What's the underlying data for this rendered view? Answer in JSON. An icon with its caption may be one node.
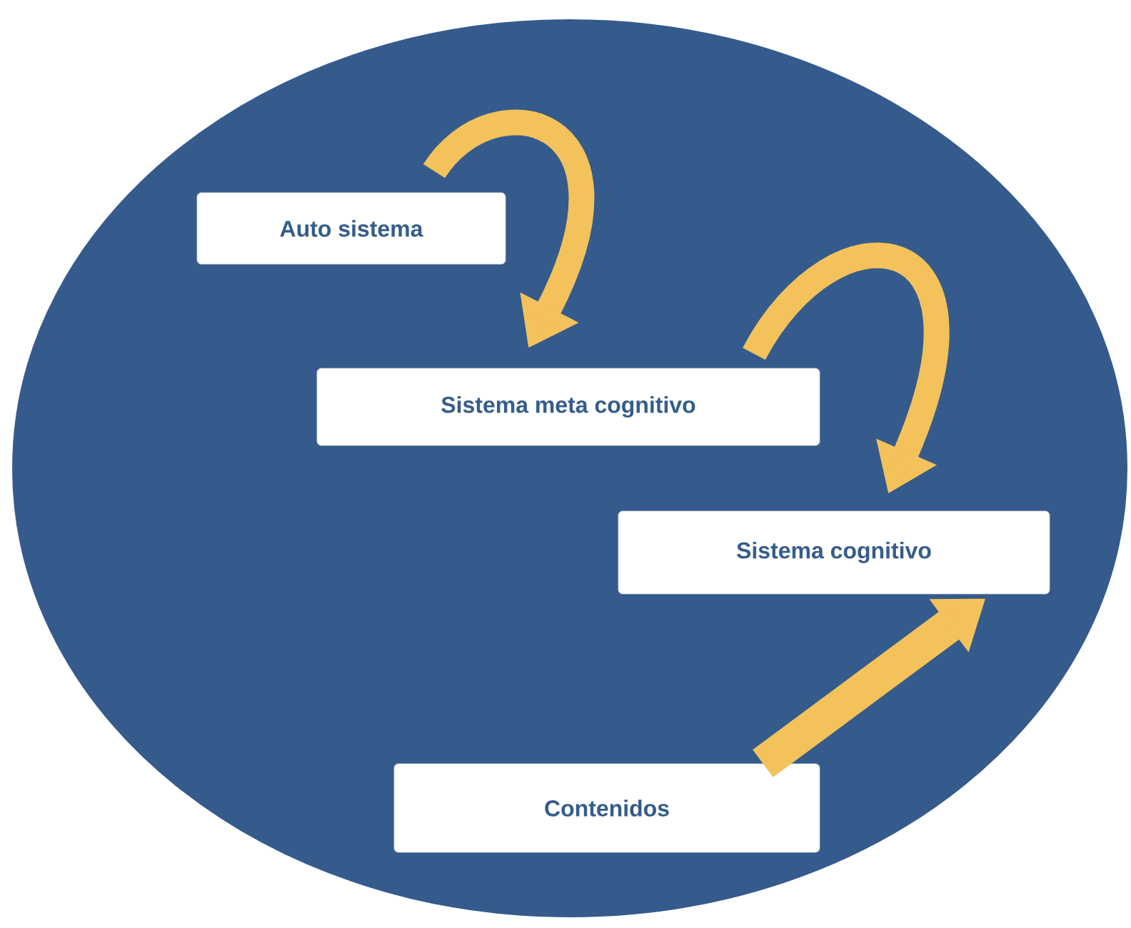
{
  "diagram": {
    "nodes": [
      {
        "text": [
          "Auto sistema"
        ]
      },
      {
        "text": [
          "Sistema meta cognitivo"
        ]
      },
      {
        "text": [
          "Sistema cognitivo"
        ]
      },
      {
        "text": [
          "Contenidos"
        ]
      }
    ],
    "edges": [
      {
        "from": 0,
        "to": 1,
        "arrow": "to"
      },
      {
        "from": 1,
        "to": 2,
        "arrow": "to"
      },
      {
        "from": 3,
        "to": 2,
        "arrow": "to"
      }
    ]
  }
}
